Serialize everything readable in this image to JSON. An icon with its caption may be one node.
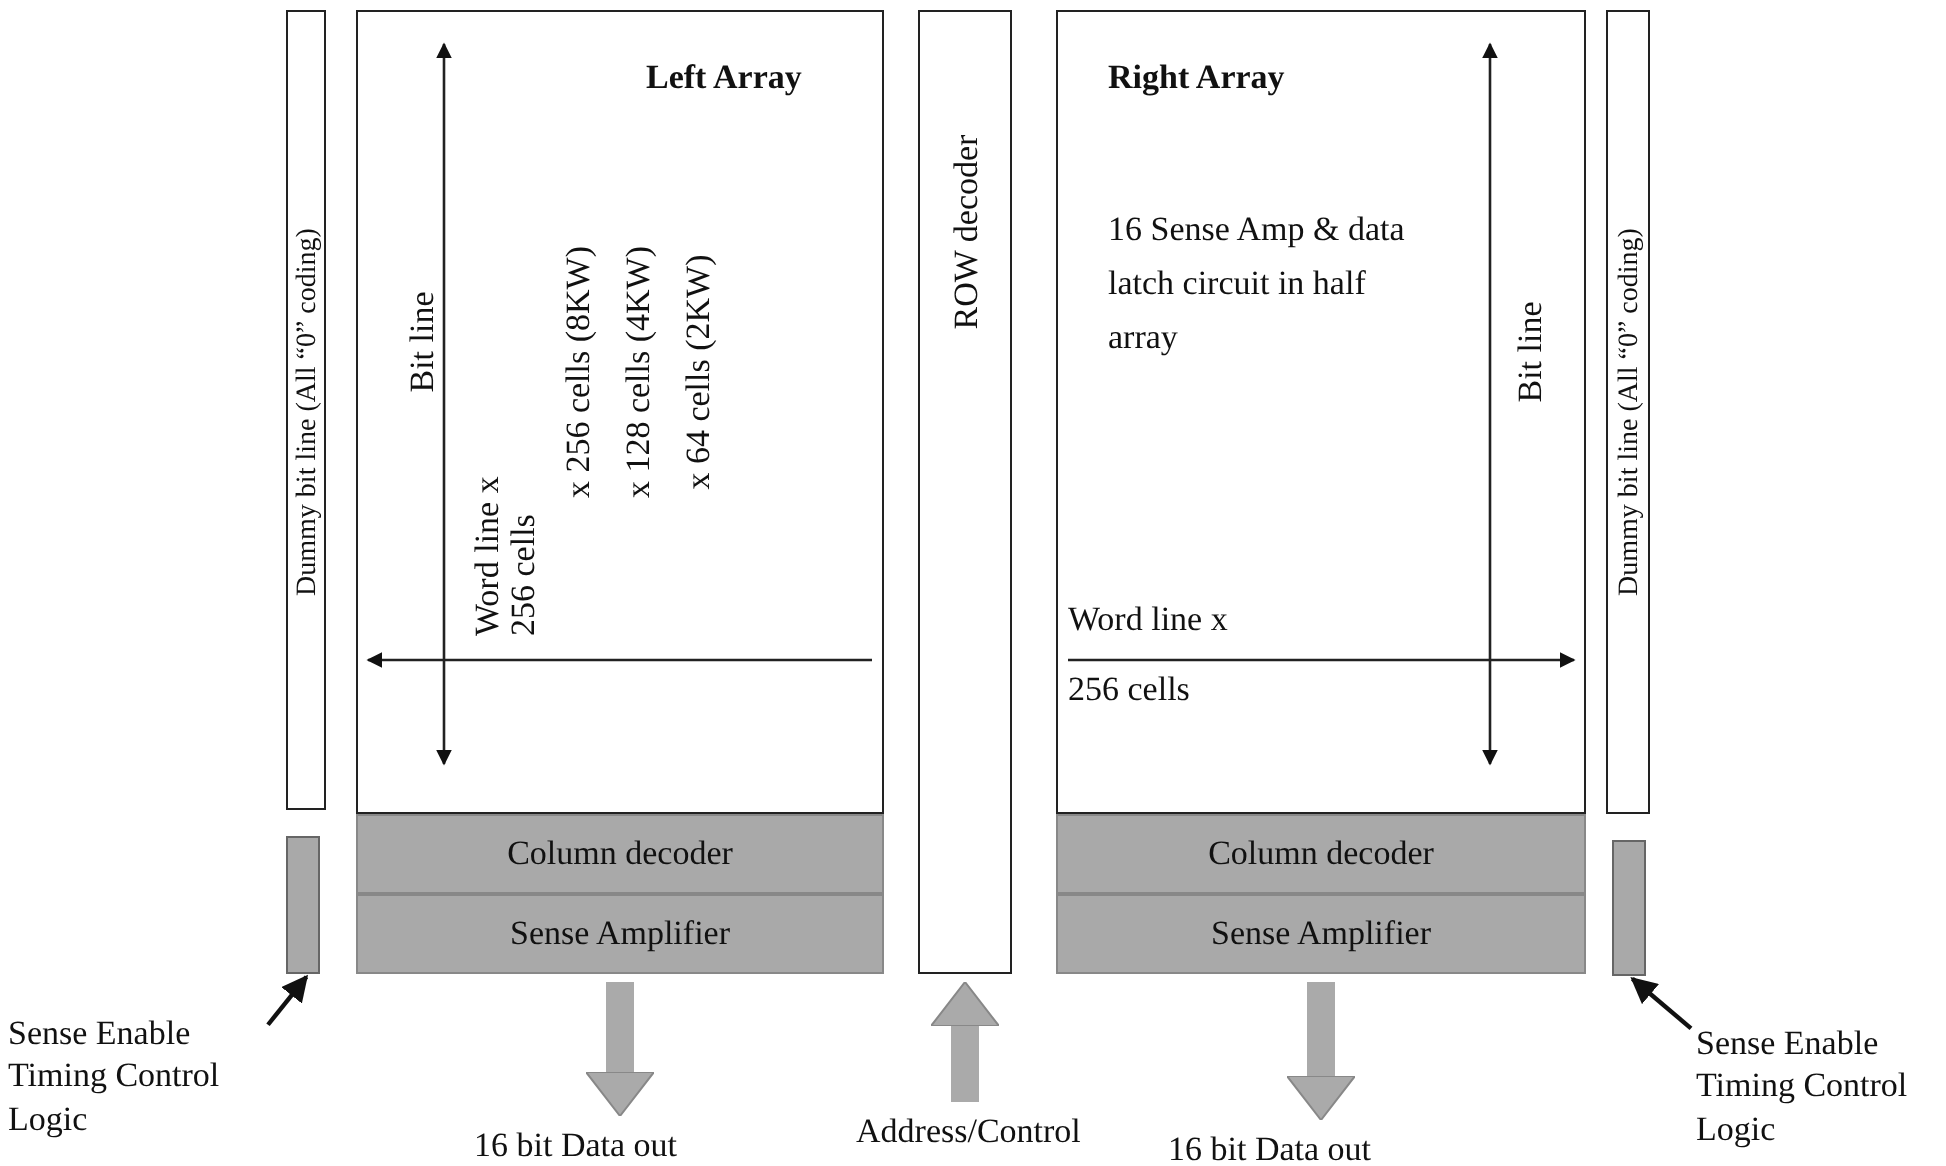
{
  "diagram": {
    "nodes": [
      {
        "text": [
          "Dummy bit line (All “0” coding)"
        ]
      },
      {
        "text": [
          "Left Array",
          "Bit line",
          "Word line x 256 cells",
          "x 256 cells (8KW)",
          "x 128 cells (4KW)",
          "x  64 cells (2KW)"
        ]
      },
      {
        "text": [
          "Column decoder"
        ]
      },
      {
        "text": [
          "Sense Amplifier"
        ]
      },
      {
        "text": [],
        "shape": "bar"
      },
      {
        "text": [
          "Sense Enable Timing Control Logic"
        ]
      },
      {
        "text": [
          "16 bit Data out"
        ]
      },
      {
        "text": [
          "ROW decoder"
        ]
      },
      {
        "text": [
          "Address/Control"
        ]
      },
      {
        "text": [
          "Right Array",
          "16 Sense Amp & data latch circuit in half array",
          "Bit line",
          "Word line x 256 cells"
        ]
      },
      {
        "text": [
          "Column decoder"
        ]
      },
      {
        "text": [
          "Sense Amplifier"
        ]
      },
      {
        "text": [
          "Dummy bit line (All “0” coding)"
        ]
      },
      {
        "text": [],
        "shape": "bar"
      },
      {
        "text": [
          "Sense Enable Timing Control Logic"
        ]
      },
      {
        "text": [
          "16 bit Data out"
        ]
      }
    ],
    "edges": [
      {
        "from": 5,
        "to": 4,
        "arrow": "to",
        "color": "#111111"
      },
      {
        "from": 3,
        "to": 6,
        "arrow": "to"
      },
      {
        "from": 8,
        "to": 7,
        "arrow": "to"
      },
      {
        "from": 11,
        "to": 15,
        "arrow": "to"
      },
      {
        "from": 14,
        "to": 13,
        "arrow": "to",
        "color": "#111111"
      }
    ]
  }
}
